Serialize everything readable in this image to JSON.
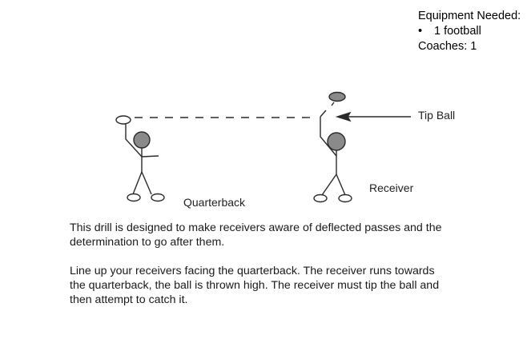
{
  "equipment": {
    "heading": "Equipment Needed:",
    "bullet": "•",
    "items": [
      "1 football"
    ],
    "coaches": "Coaches:  1"
  },
  "diagram": {
    "labels": {
      "quarterback": "Quarterback",
      "receiver": "Receiver",
      "tip_ball": "Tip Ball"
    },
    "colors": {
      "line": "#2a2a2a",
      "fill": "#8a8a8a"
    }
  },
  "description": {
    "paragraph1": "This drill is designed to make receivers aware of deflected passes and the\ndetermination to go after them.",
    "paragraph2": "Line up your receivers facing the quarterback.  The receiver runs towards\nthe quarterback, the ball is thrown high.  The receiver must tip the ball and\nthen attempt to catch it."
  }
}
